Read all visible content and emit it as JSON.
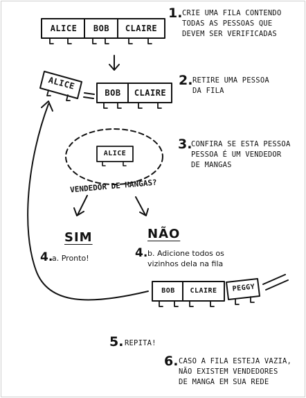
{
  "steps": {
    "s1": {
      "num": "1.",
      "text": "CRIE UMA FILA CONTENDO\nTODAS AS PESSOAS QUE\nDEVEM SER VERIFICADAS"
    },
    "s2": {
      "num": "2.",
      "text": "RETIRE UMA PESSOA\nDA FILA"
    },
    "s3": {
      "num": "3.",
      "text": "CONFIRA SE ESTA PESSOA\nPESSOA É UM VENDEDOR\nDE MANGAS"
    },
    "s4a": {
      "num": "4.",
      "text": "a. Pronto!"
    },
    "s4b": {
      "num": "4.",
      "text": "b. Adicione todos os\nvizinhos dela na fila"
    },
    "s5": {
      "num": "5.",
      "text": "REPITA!"
    },
    "s6": {
      "num": "6.",
      "text": "CASO A FILA ESTEJA VAZIA,\nNÃO EXISTEM VENDEDORES\nDE MANGA EM SUA REDE"
    }
  },
  "queue1": [
    "ALICE",
    "BOB",
    "CLAIRE"
  ],
  "queue2_removed": "ALICE",
  "queue2": [
    "BOB",
    "CLAIRE"
  ],
  "check_person": "ALICE",
  "question": "VENDEDOR DE MANGAS?",
  "yes_label": "SIM",
  "no_label": "NÃO",
  "queue3": [
    "BOB",
    "CLAIRE",
    "PEGGY"
  ],
  "colors": {
    "ink": "#111111",
    "background": "#ffffff"
  }
}
